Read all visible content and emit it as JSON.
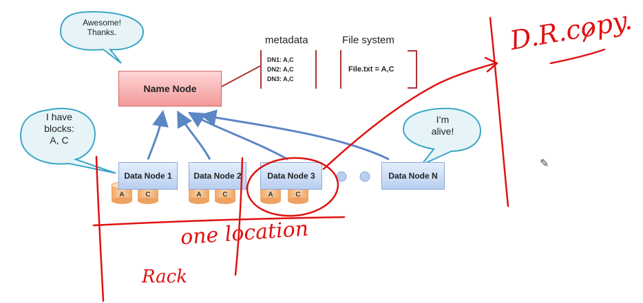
{
  "name_node": {
    "label": "Name Node"
  },
  "data_nodes": [
    {
      "label": "Data Node 1",
      "blocks": [
        "A",
        "C"
      ]
    },
    {
      "label": "Data Node 2",
      "blocks": [
        "A",
        "C"
      ]
    },
    {
      "label": "Data Node 3",
      "blocks": [
        "A",
        "C"
      ]
    },
    {
      "label": "Data Node N",
      "blocks": []
    }
  ],
  "metadata": {
    "title": "metadata",
    "entries": [
      "DN1: A,C",
      "DN2: A,C",
      "DN3: A,C"
    ]
  },
  "file_system": {
    "title": "File system",
    "entry": "File.txt = A,C"
  },
  "bubbles": {
    "name_node": [
      "Awesome!",
      "Thanks."
    ],
    "data_node_1": [
      "I have",
      "blocks:",
      "A, C"
    ],
    "data_node_n": [
      "I’m",
      "alive!"
    ]
  },
  "annotations": {
    "dr_copy": "D.R.copy.",
    "one_location": "one location",
    "rack": "Rack"
  },
  "colors": {
    "annotation_ink": "#e01010",
    "name_node_fill": "#f29a9a",
    "data_node_fill": "#b9cff0",
    "block_fill": "#f7c08a",
    "arrow": "#5b86c4",
    "bubble_border": "#3aa5c6"
  }
}
